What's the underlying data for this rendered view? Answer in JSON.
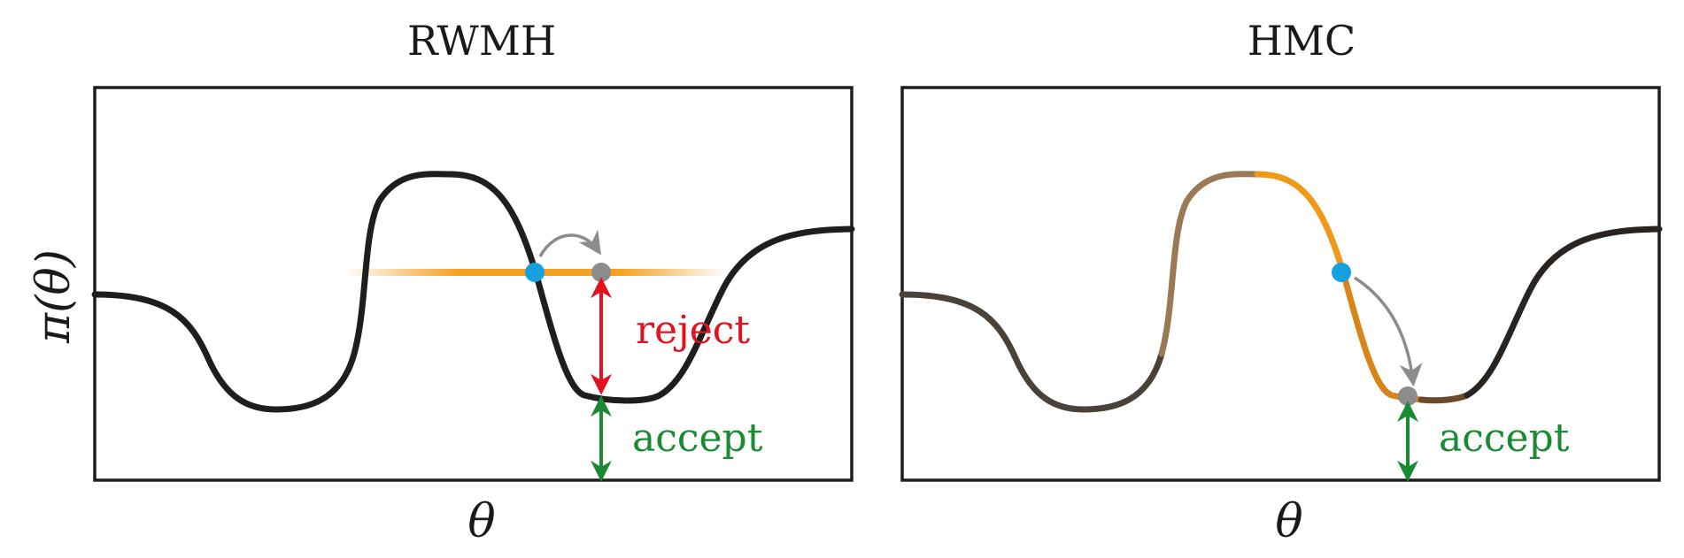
{
  "figure": {
    "colors": {
      "curve": "#1e1e1e",
      "current": "#16a0e0",
      "proposal": "#8c8c8c",
      "band": "#f5a01e",
      "reject": "#e3121e",
      "accept": "#1a8a33"
    },
    "ylabel": "π(θ)",
    "panels": [
      {
        "title": "RWMH",
        "xlabel": "θ",
        "labels": {
          "reject": "reject",
          "accept": "accept"
        }
      },
      {
        "title": "HMC",
        "xlabel": "θ",
        "labels": {
          "accept": "accept"
        }
      }
    ]
  }
}
